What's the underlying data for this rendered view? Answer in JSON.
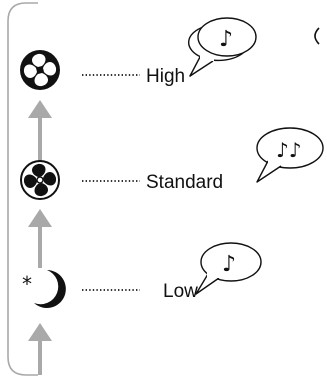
{
  "modes": [
    {
      "id": "high",
      "label": "High",
      "icon": "fan-icon-solid",
      "indicator": "single-note-icon",
      "indicator_text": "♪"
    },
    {
      "id": "standard",
      "label": "Standard",
      "icon": "fan-icon-outline",
      "indicator": "double-note-icon",
      "indicator_text": "♪♪"
    },
    {
      "id": "low",
      "label": "Low",
      "icon": "sleep-moon-star-icon",
      "indicator": "single-note-icon",
      "indicator_text": "♪"
    }
  ],
  "cycle_order": [
    "low",
    "standard",
    "high"
  ],
  "colors": {
    "ink": "#111111",
    "loop_line": "#a9a9a9",
    "arrow": "#a9a9a9",
    "leader_dots": "#333333"
  }
}
